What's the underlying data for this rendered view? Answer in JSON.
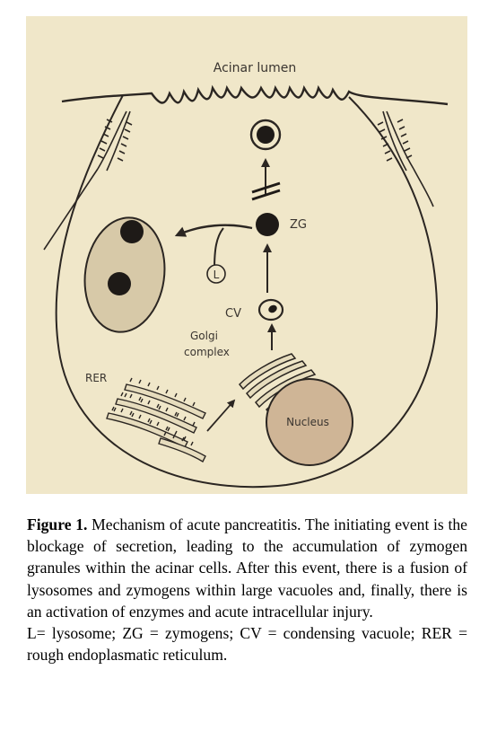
{
  "diagram": {
    "labels": {
      "lumen": "Acinar lumen",
      "zg": "ZG",
      "cv": "CV",
      "lysosome": "L",
      "golgi_line1": "Golgi",
      "golgi_line2": "complex",
      "rer": "RER",
      "nucleus": "Nucleus"
    },
    "colors": {
      "background": "#f0e7c9",
      "ink": "#2b2622",
      "vacuole_fill": "#d7c9a8",
      "nucleus_fill": "#cfb596"
    }
  },
  "caption": {
    "figure_label": "Figure 1.",
    "text": "Mechanism of acute pancreatitis. The initiating event is the blockage of secretion, leading to the accumulation of zymogen granules within the acinar cells. After this event, there is a fusion of lysosomes and zymogens within large vacuoles and, finally, there is an activation of enzymes and acute intracellular injury.",
    "legend": "L= lysosome; ZG = zymogens; CV = condensing vacuole; RER = rough endoplasmatic reticulum."
  }
}
